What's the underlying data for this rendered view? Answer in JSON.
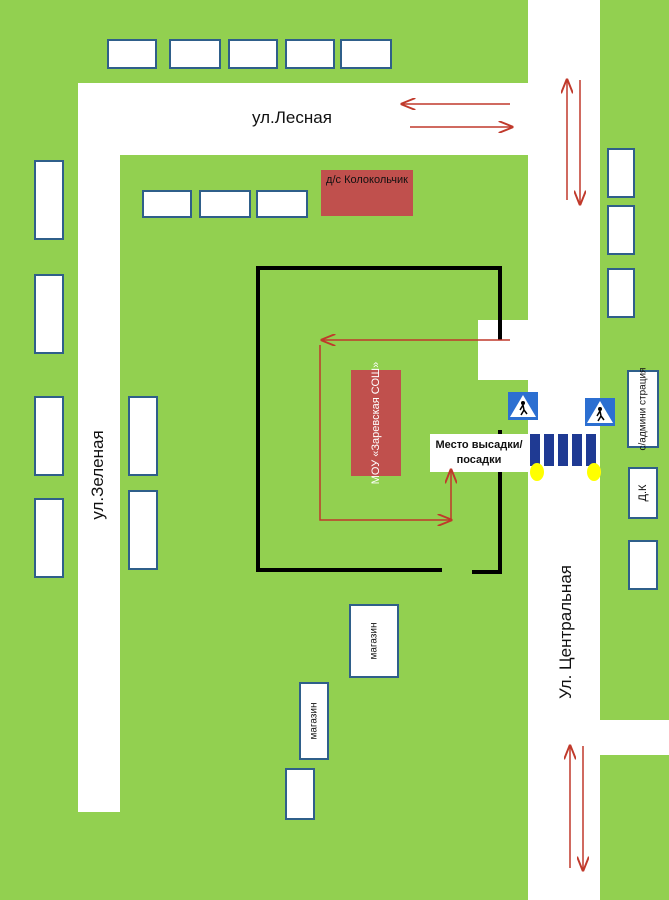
{
  "streets": {
    "lesnaya": "ул.Лесная",
    "zelenaya": "ул.Зеленая",
    "centralnaya": "Ул. Центральная"
  },
  "buildings": {
    "kindergarten": "д/с Колокольчик",
    "school": "МОУ «Заревская СОШ»",
    "shop_1": "магазин",
    "shop_2": "магазин",
    "administration": "с/админи страция",
    "dk": "Д.К"
  },
  "dropoff": {
    "label": "Место высадки/посадки"
  },
  "colors": {
    "grass": "#92d050",
    "road": "#ffffff",
    "house_border": "#2f5f8a",
    "highlight_building": "#c0504d",
    "route_arrow": "#c0392b",
    "crosswalk": "#1f3a93",
    "warning_light": "#ffff00"
  },
  "icons": [
    "pedestrian-crossing-sign-icon",
    "traffic-arrow-icon"
  ]
}
